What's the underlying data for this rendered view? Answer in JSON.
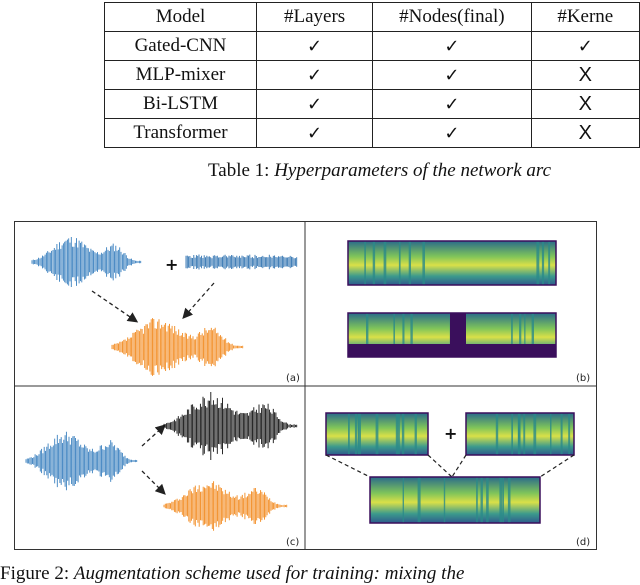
{
  "table": {
    "headers": [
      "Model",
      "#Layers",
      "#Nodes(final)",
      "#Kerne"
    ],
    "rows": [
      [
        "Gated-CNN",
        "✓",
        "✓",
        "✓"
      ],
      [
        "MLP-mixer",
        "✓",
        "✓",
        "X"
      ],
      [
        "Bi-LSTM",
        "✓",
        "✓",
        "X"
      ],
      [
        "Transformer",
        "✓",
        "✓",
        "X"
      ]
    ],
    "caption_prefix": "Table 1: ",
    "caption_italic": "Hyperparameters of the network arc"
  },
  "figure": {
    "panel_labels": [
      "(a)",
      "(b)",
      "(c)",
      "(d)"
    ],
    "plus_sign": "+",
    "colors": {
      "clean_wave": "#3a80bf",
      "noise_wave": "#2f72b0",
      "mixed_wave": "#f28a1f",
      "black_wave": "#111111",
      "spec_dark": "#3a0f5c",
      "spec_mid": "#2b8a8a",
      "spec_bright": "#e6e34a"
    },
    "caption_prefix": "Figure 2: ",
    "caption_italic": "Augmentation scheme used for training: mixing the"
  }
}
